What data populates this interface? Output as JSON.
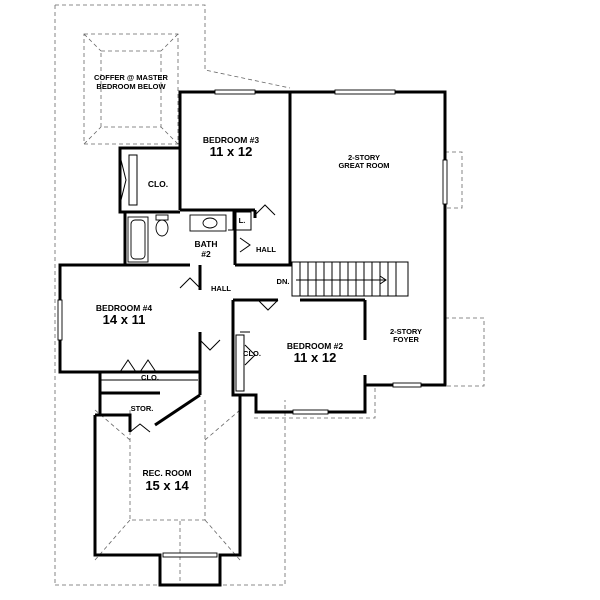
{
  "plan": {
    "coffer_label_line1": "COFFER @ MASTER",
    "coffer_label_line2": "BEDROOM BELOW",
    "bedroom3_name": "BEDROOM #3",
    "bedroom3_size": "11 x 12",
    "great_room_line1": "2-STORY",
    "great_room_line2": "GREAT ROOM",
    "clo_upper": "CLO.",
    "l_label": "L.",
    "bath_line1": "BATH",
    "bath_line2": "#2",
    "hall_right": "HALL",
    "hall_left": "HALL",
    "dn_label": "DN.",
    "bedroom4_name": "BEDROOM #4",
    "bedroom4_size": "14 x 11",
    "bedroom2_name": "BEDROOM #2",
    "bedroom2_size": "11 x 12",
    "foyer_line1": "2-STORY",
    "foyer_line2": "FOYER",
    "clo_bedroom2": "CLO.",
    "clo_bedroom4": "CLO.",
    "stor_label": "STOR.",
    "rec_room_name": "REC. ROOM",
    "rec_room_size": "15 x 14"
  },
  "colors": {
    "wall": "#000000",
    "roof_outline": "#666666",
    "background": "#ffffff"
  }
}
